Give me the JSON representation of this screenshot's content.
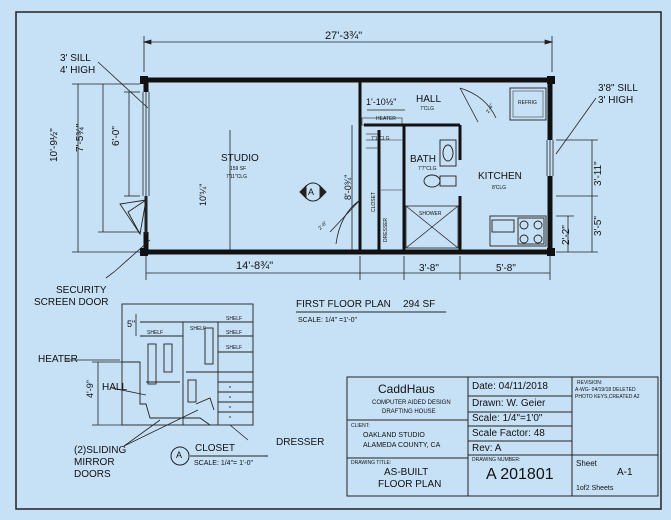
{
  "plan": {
    "overall_width": "27'-3¾\"",
    "sill_left": {
      "line1": "3' SILL",
      "line2": "4' HIGH"
    },
    "sill_right": {
      "line1": "3'8\" SILL",
      "line2": "3' HIGH"
    },
    "left_dims": {
      "d1": "10'-9½\"",
      "d2": "7'-5¾\"",
      "d3": "6'-0\""
    },
    "right_dims": {
      "d1": "3'-11\"",
      "d2": "3'-5\"",
      "d3": "2'-2\""
    },
    "studio": {
      "name": "STUDIO",
      "area": "159 SF",
      "clg": "7'11\"CLG",
      "depth": "10'¼\""
    },
    "hall": {
      "name": "HALL",
      "clg": "7'CLG",
      "width": "1'-10½\""
    },
    "heater": "HEATER",
    "closet_clg": "7'1\"CLG",
    "closet_vert": "CLOSET",
    "dresser_vert": "DRESSER",
    "closet_depth": "8'-0¾\"",
    "bath": {
      "name": "BATH",
      "clg": "7'7\"CLG"
    },
    "shower": "SHOWER",
    "kitchen": {
      "name": "KITCHEN",
      "clg": "8'CLG"
    },
    "refrig": "REFRIG",
    "door_label_1": "2'-6\"",
    "door_label_2": "2'-6\"",
    "section_marker": "A",
    "bottom_dims": {
      "d1": "14'-8¾\"",
      "d2": "3'-8\"",
      "d3": "5'-8\""
    }
  },
  "callouts": {
    "security_line1": "SECURITY",
    "security_line2": "SCREEN DOOR",
    "heater": "HEATER",
    "hall": "HALL",
    "hall_dim": "4'-9\"",
    "five": "5\"",
    "sliding_line1": "(2)SLIDING",
    "sliding_line2": "MIRROR",
    "sliding_line3": "DOORS",
    "dresser": "DRESSER"
  },
  "closet_detail": {
    "marker": "A",
    "title": "CLOSET",
    "scale": "SCALE: 1/4\"= 1'-0\"",
    "shelf_labels": [
      "SHELF",
      "SHELF",
      "SHELF",
      "SHELF",
      "SHELF"
    ]
  },
  "floor_plan_title": {
    "title": "FIRST FLOOR PLAN",
    "area": "294 SF",
    "scale": "SCALE: 1/4\" =1'-0\""
  },
  "title_block": {
    "company": "CaddHaus",
    "company_sub1": "COMPUTER AIDED DESIGN",
    "company_sub2": "DRAFTING HOUSE",
    "client_label": "CLIENT:",
    "client1": "OAKLAND STUDIO",
    "client2": "ALAMEDA  COUNTY, CA",
    "drawing_title_label": "DRAWING TITLE:",
    "drawing_title1": "AS-BUILT",
    "drawing_title2": "FLOOR PLAN",
    "date": "Date: 04/11/2018",
    "drawn": "Drawn: W. Geier",
    "scale": "Scale: 1/4\"=1'0\"",
    "scale_factor": "Scale Factor:  48",
    "rev": "Rev: A",
    "drawing_number_label": "DRAWING NUMBER:",
    "drawing_number": "A 201801",
    "revision_label": "REVISION:",
    "revision_text1": "A-WG- 04/19/18 DELETED",
    "revision_text2": "PHOTO KEYS,CREATED A2",
    "sheet_label": "Sheet",
    "sheet_id": "A-1",
    "sheet_count": "1of2 Sheets"
  }
}
